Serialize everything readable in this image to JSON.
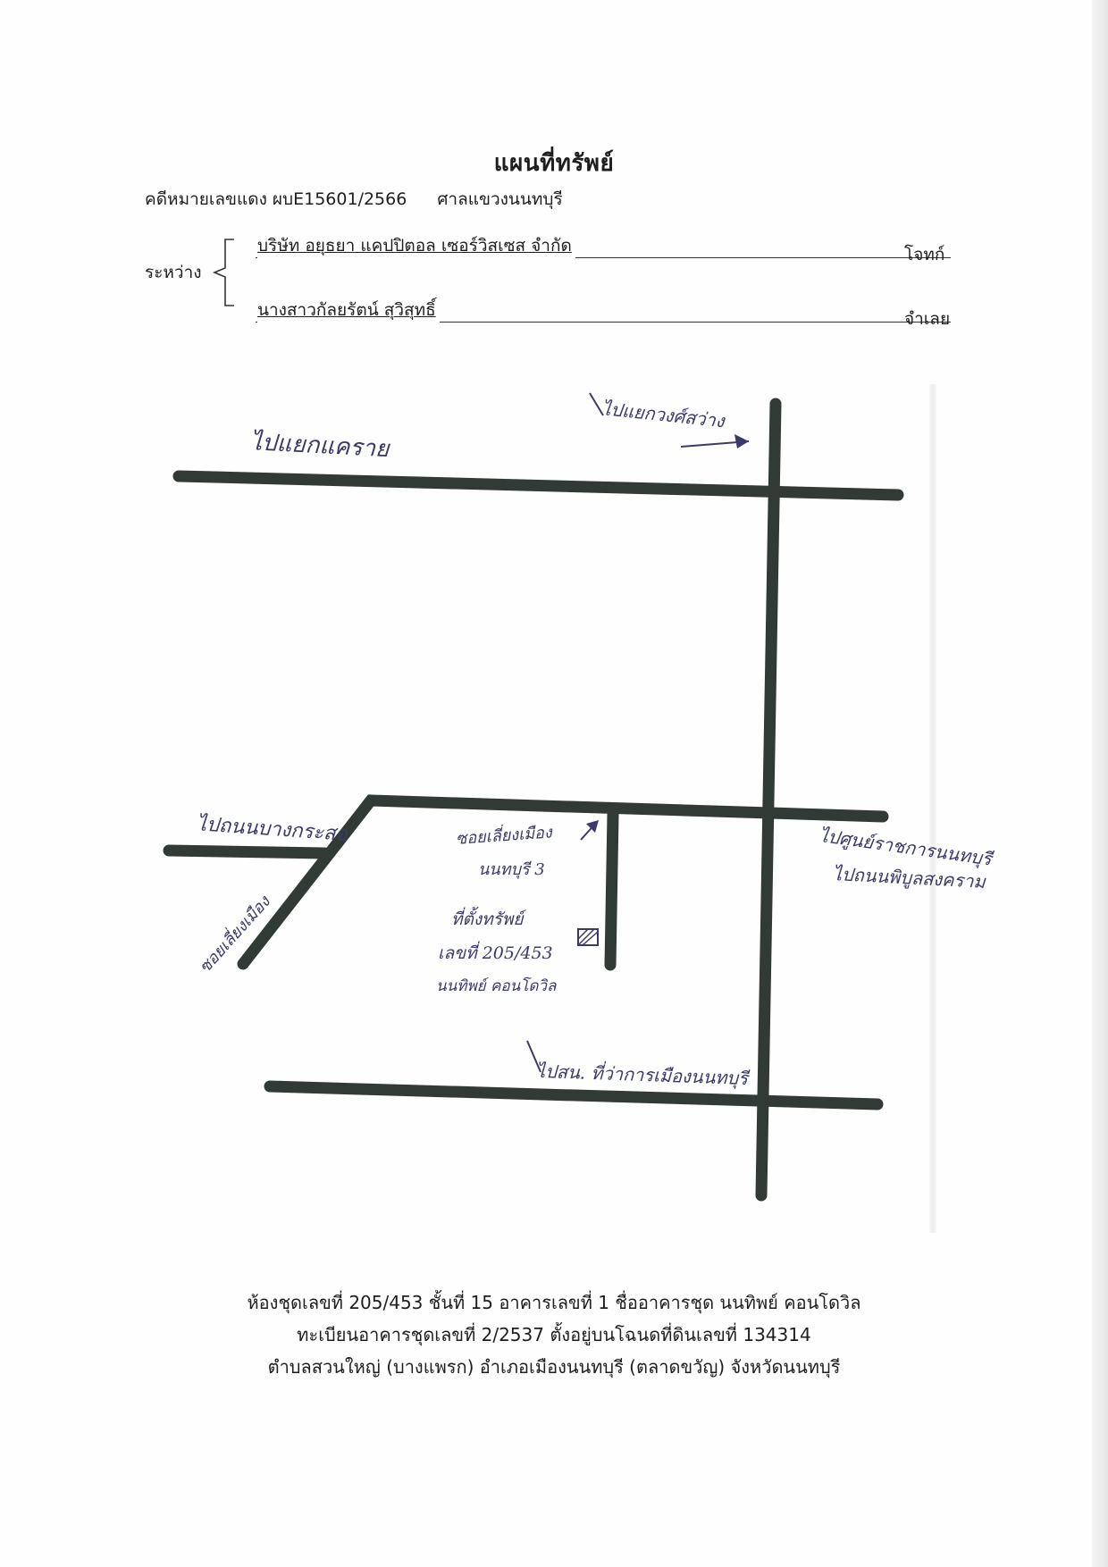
{
  "header": {
    "title": "แผนที่ทรัพย์",
    "case_number": "คดีหมายเลขแดง ผบE15601/2566",
    "court": "ศาลแขวงนนทบุรี",
    "between_label": "ระหว่าง",
    "plaintiff_name": "บริษัท อยุธยา แคปปิตอล เซอร์วิสเซส จำกัด",
    "plaintiff_role": "โจทก์",
    "defendant_name": "นางสาวกัลยรัตน์ สุวิสุทธิ์",
    "defendant_role": "จำเลย"
  },
  "map": {
    "labels": {
      "to_khae_rai_junction": "ไปแยกแคราย",
      "to_wongsawang_junction": "ไปแยกวงศ์สว่าง",
      "to_bang_krasor": "ไปถนนบางกระสอ",
      "to_phibun_songkhram_rd": "ไปถนนพิบูลสงคราม",
      "soi_line1": "ซอยเลี่ยงเมือง",
      "soi_line2": "นนทบุรี 3",
      "property_line1": "ที่ตั้งทรัพย์",
      "property_line2": "เลขที่ 205/453",
      "property_line3": "นนทิพย์ คอนโดวิล",
      "to_government_center": "ไปศูนย์ราชการนนทบุรี",
      "to_nonthaburi_junction": "ไปสน. ที่ว่าการเมืองนนทบุรี"
    },
    "property_marker_icon": "hatched-square-icon",
    "arrow_icon": "arrow-right-icon",
    "road_color": "#323a36",
    "handwriting_color": "#3a3a6a"
  },
  "footer": {
    "line1": "ห้องชุดเลขที่ 205/453 ชั้นที่ 15 อาคารเลขที่ 1 ชื่ออาคารชุด นนทิพย์ คอนโดวิล",
    "line2": "ทะเบียนอาคารชุดเลขที่ 2/2537 ตั้งอยู่บนโฉนดที่ดินเลขที่ 134314",
    "line3": "ตำบลสวนใหญ่ (บางแพรก) อำเภอเมืองนนทบุรี (ตลาดขวัญ) จังหวัดนนทบุรี"
  }
}
